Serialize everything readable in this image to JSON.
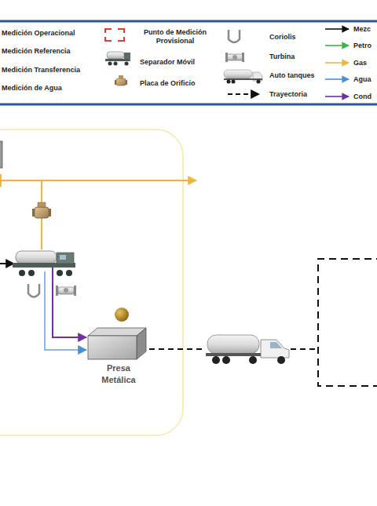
{
  "diagram": {
    "nodes": [
      {
        "text": [
          "Presa Metálica"
        ]
      }
    ],
    "legend": [
      {
        "text": "Medición Operacional"
      },
      {
        "text": "Medición Referencia"
      },
      {
        "text": "Medición Transferencia"
      },
      {
        "text": "Medición de Agua"
      },
      {
        "text": "Punto de Medición Provisional"
      },
      {
        "text": "Separador Móvil"
      },
      {
        "text": "Placa de Orificio"
      },
      {
        "text": "Coriolis"
      },
      {
        "text": "Turbina"
      },
      {
        "text": "Auto tanques"
      },
      {
        "text": "Trayectoria"
      },
      {
        "text": "Mezc"
      },
      {
        "text": "Petro"
      },
      {
        "text": "Gas"
      },
      {
        "text": "Agua"
      },
      {
        "text": "Cond"
      }
    ]
  }
}
